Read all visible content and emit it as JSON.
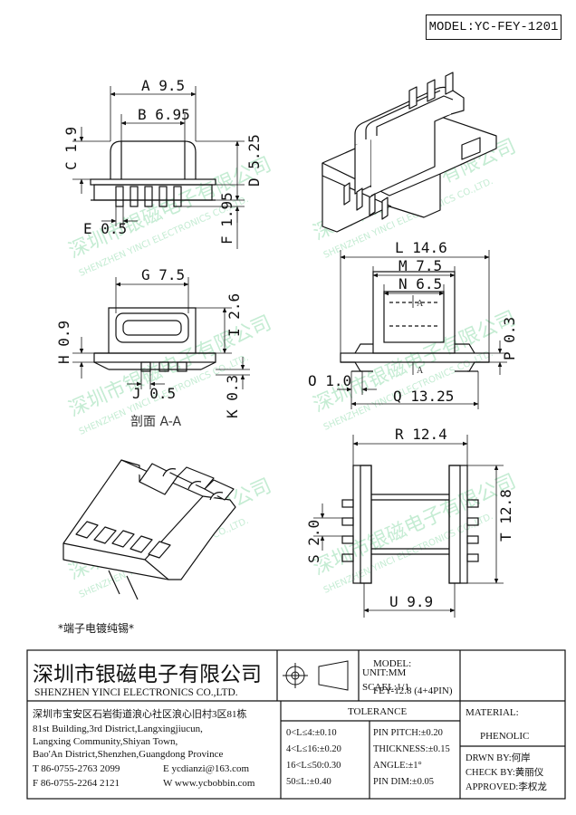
{
  "header": {
    "model_label": "MODEL:YC-FEY-1201"
  },
  "dimensions": {
    "A": "A 9.5",
    "B": "B 6.95",
    "C": "C 1.9",
    "D": "D 5.25",
    "E": "E 0.5",
    "F": "F 1.95",
    "G": "G 7.5",
    "H": "H 0.9",
    "I": "I 2.6",
    "J": "J 0.5",
    "K": "K 0.3",
    "L": "L 14.6",
    "M": "M 7.5",
    "N": "N 6.5",
    "O": "O 1.0",
    "P": "P 0.3",
    "Q": "Q 13.25",
    "R": "R 12.4",
    "S": "S 2.0",
    "T": "T 12.8",
    "U": "U 9.9",
    "section_a_marker": "A",
    "section_label": "剖面 A-A"
  },
  "notes": {
    "plating": "*端子电镀纯锡*"
  },
  "watermark": {
    "cn": "深圳市银磁电子有限公司",
    "en": "SHENZHEN YINCI ELECTRONICS CO.,LTD."
  },
  "title_block": {
    "company_cn": "深圳市银磁电子有限公司",
    "company_en": "SHENZHEN YINCI ELECTRONICS CO.,LTD.",
    "address_cn": "深圳市宝安区石岩街道浪心社区浪心旧村3区81栋",
    "address_en": [
      "81st Building,3rd District,Langxingjiucun,",
      "Langxing Community,Shiyan Town,",
      "Bao'An District,Shenzhen,Guangdong Province"
    ],
    "tel": "T 86-0755-2763 2099",
    "fax": "F 86-0755-2264 2121",
    "email": "E ycdianzi@163.com",
    "web": "W www.ycbobbin.com",
    "unit": "UNIT:MM",
    "scale": "SCAEL:1/1",
    "model_label": "MODEL:",
    "model_value": "FEY-12.8 (4+4PIN)",
    "tolerance_label": "TOLERANCE",
    "tolerances": [
      [
        "0<L≤4:±0.10",
        "PIN PITCH:±0.20"
      ],
      [
        "4<L≤16:±0.20",
        "THICKNESS:±0.15"
      ],
      [
        "16<L≤50:0.30",
        "ANGLE:±1°"
      ],
      [
        "50≤L:±0.40",
        "PIN DIM:±0.05"
      ]
    ],
    "material_label": "MATERIAL:",
    "material_value": "PHENOLIC",
    "drawn_by": "DRWN BY:何岸",
    "check_by": "CHECK BY:黄丽仪",
    "approved": "APPROVED:李权龙"
  }
}
